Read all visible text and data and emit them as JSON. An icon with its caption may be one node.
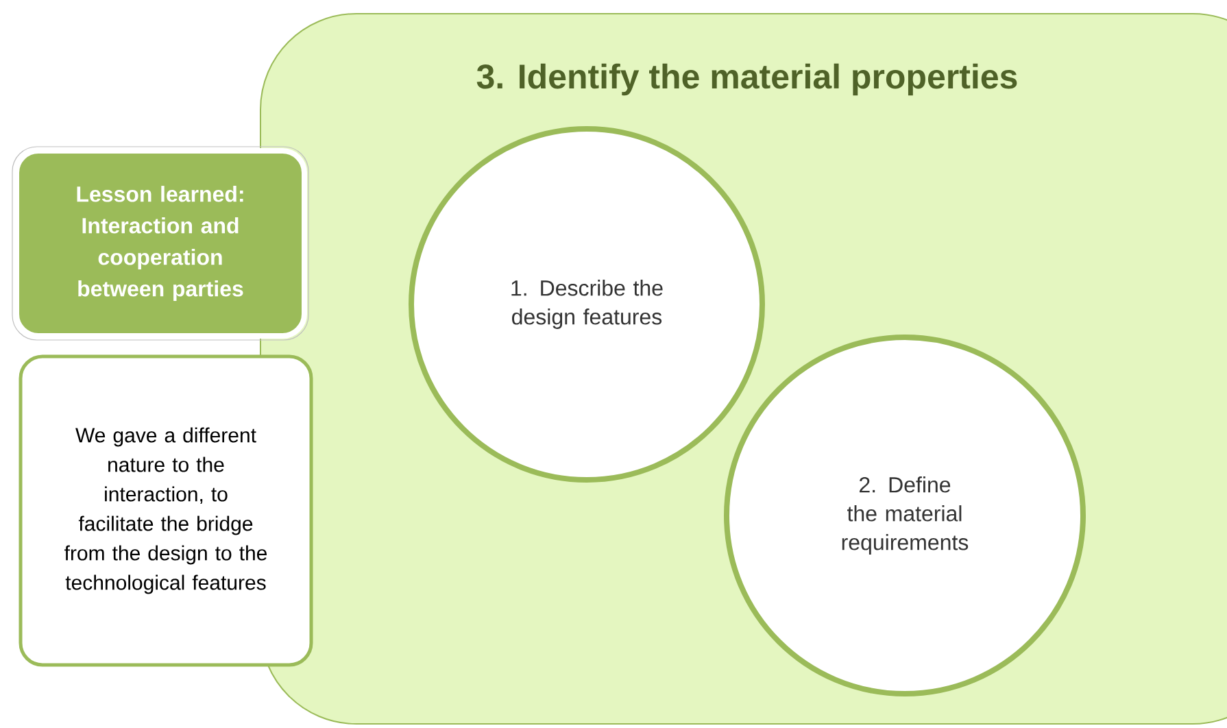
{
  "diagram": {
    "nodes": [
      {
        "text": [
          "3. Identify the material properties"
        ]
      },
      {
        "text": [
          "1. Describe the design features"
        ],
        "in": 0
      },
      {
        "text": [
          "2. Define the material requirements"
        ],
        "in": 0
      },
      {
        "text": [
          "Lesson learned: Interaction and cooperation between parties"
        ]
      },
      {
        "text": [
          "We gave a different nature to the interaction, to facilitate the bridge from the design to the technological features"
        ]
      }
    ]
  }
}
